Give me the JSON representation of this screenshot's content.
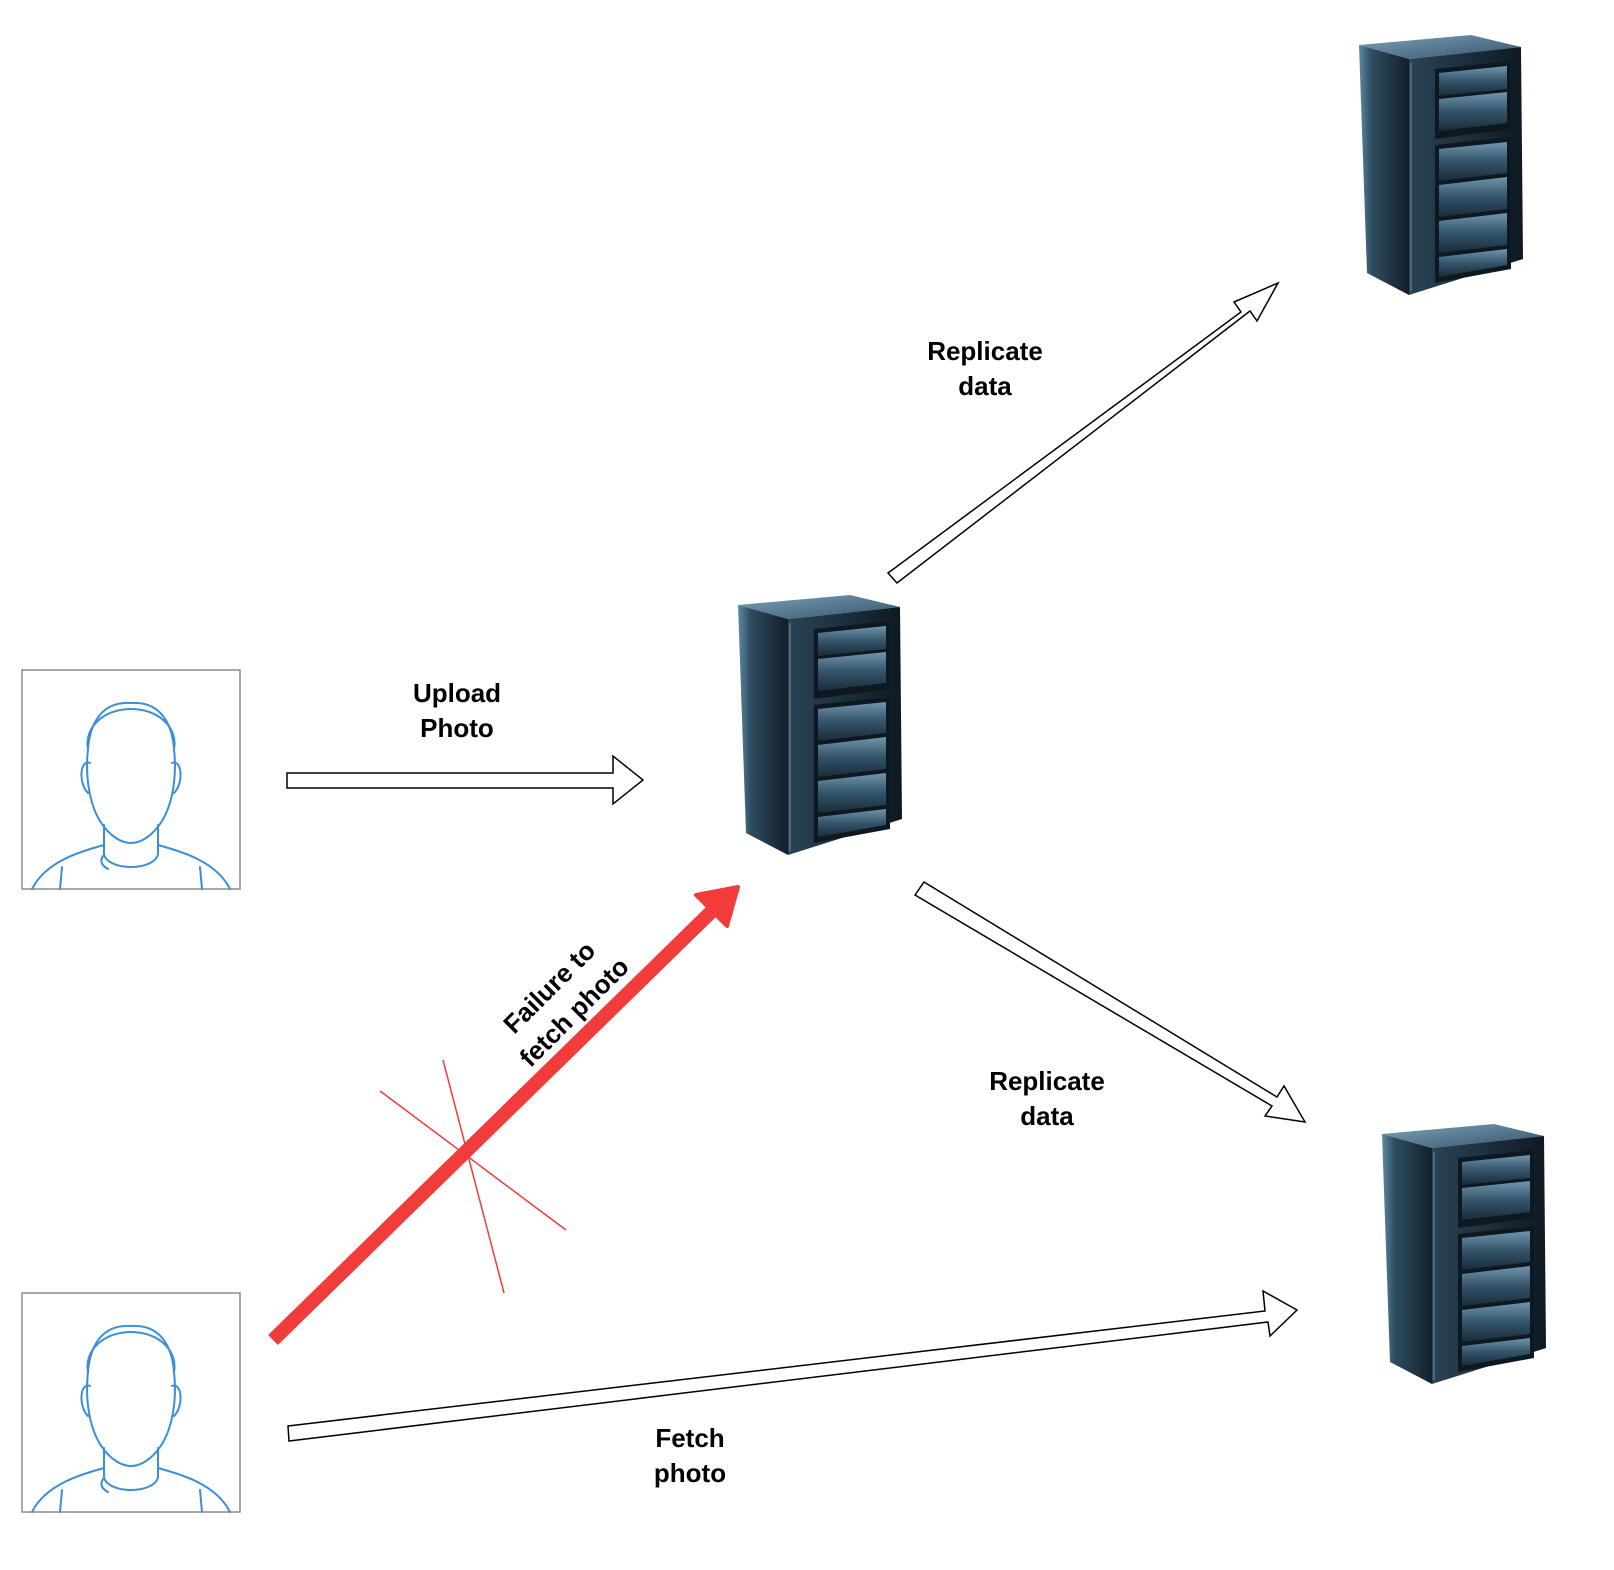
{
  "labels": {
    "upload": [
      "Upload",
      "Photo"
    ],
    "replicate_top": [
      "Replicate",
      "data"
    ],
    "replicate_bottom": [
      "Replicate",
      "data"
    ],
    "failure": [
      "Failure to",
      "fetch photo"
    ],
    "fetch": [
      "Fetch",
      "photo"
    ]
  },
  "nodes": {
    "users": [
      "user-avatar",
      "user-avatar"
    ],
    "servers": [
      "server-rack",
      "server-rack",
      "server-rack"
    ]
  },
  "colors": {
    "user_line": "#3a8fd9",
    "failure": "#f23b3b",
    "cross": "#f23b3b",
    "arrow_outline": "#000000",
    "server_body": "#1e3344",
    "server_highlight": "#5a8aa6"
  }
}
